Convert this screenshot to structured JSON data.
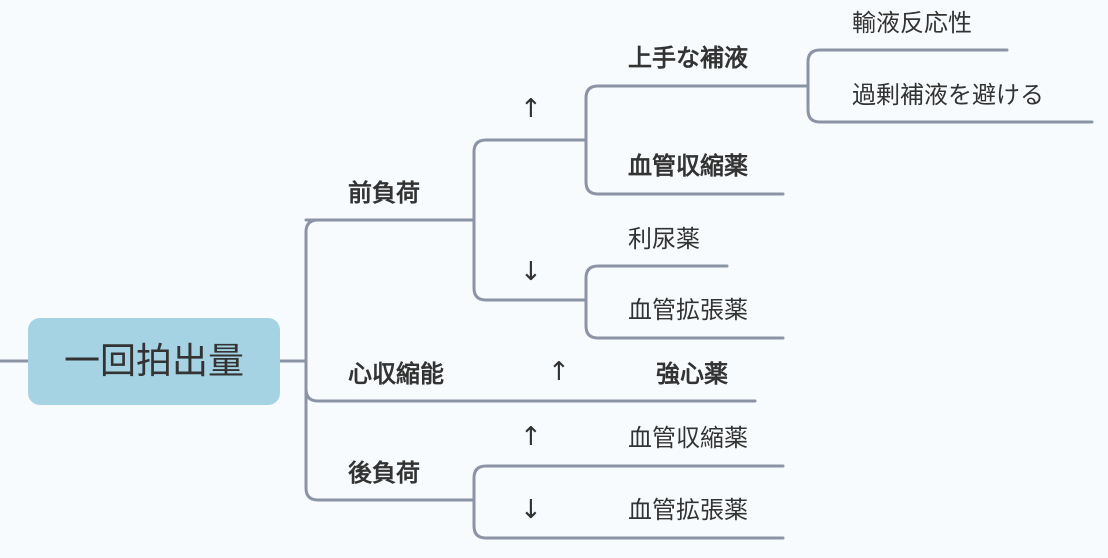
{
  "root": {
    "label": "一回拍出量"
  },
  "branches": {
    "preload": {
      "label": "前負荷",
      "up": {
        "arrow": "↑",
        "fluid": {
          "label": "上手な補液",
          "items": [
            "輸液反応性",
            "過剰補液を避ける"
          ]
        },
        "vasoconstrictor": "血管収縮薬"
      },
      "down": {
        "arrow": "↓",
        "diuretic": "利尿薬",
        "vasodilator": "血管拡張薬"
      }
    },
    "contractility": {
      "label": "心収縮能",
      "arrow": "↑",
      "drug": "強心薬"
    },
    "afterload": {
      "label": "後負荷",
      "up": {
        "arrow": "↑",
        "drug": "血管収縮薬"
      },
      "down": {
        "arrow": "↓",
        "drug": "血管拡張薬"
      }
    }
  },
  "colors": {
    "root_fill": "#a5d3e3",
    "connector": "#8a94a6",
    "text": "#333333",
    "background": "#f8fbfd"
  }
}
